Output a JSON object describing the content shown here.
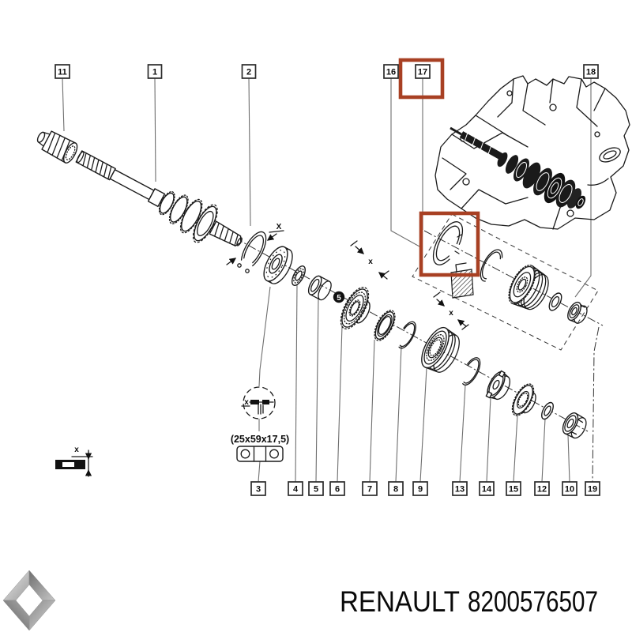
{
  "figure_type": "exploded-gearbox-parts-diagram",
  "colors": {
    "highlight": "#a84023",
    "line": "#1a1a1a"
  },
  "callouts": {
    "top": [
      "11",
      "1",
      "2",
      "16",
      "17",
      "18"
    ],
    "bottom": [
      "3",
      "4",
      "5",
      "6",
      "7",
      "8",
      "9",
      "13",
      "14",
      "15",
      "12",
      "10",
      "19"
    ],
    "highlighted": "17"
  },
  "annotations": {
    "bearing_size": "(25x59x17,5)",
    "gear_badge": "5",
    "dim_x_snap_ring": "X",
    "dim_x_gear": "x",
    "dim_x_hub": "x",
    "dim_x_detail": "x",
    "legend_x": "x"
  },
  "footer": {
    "brand": "RENAULT",
    "part_number": "8200576507"
  }
}
